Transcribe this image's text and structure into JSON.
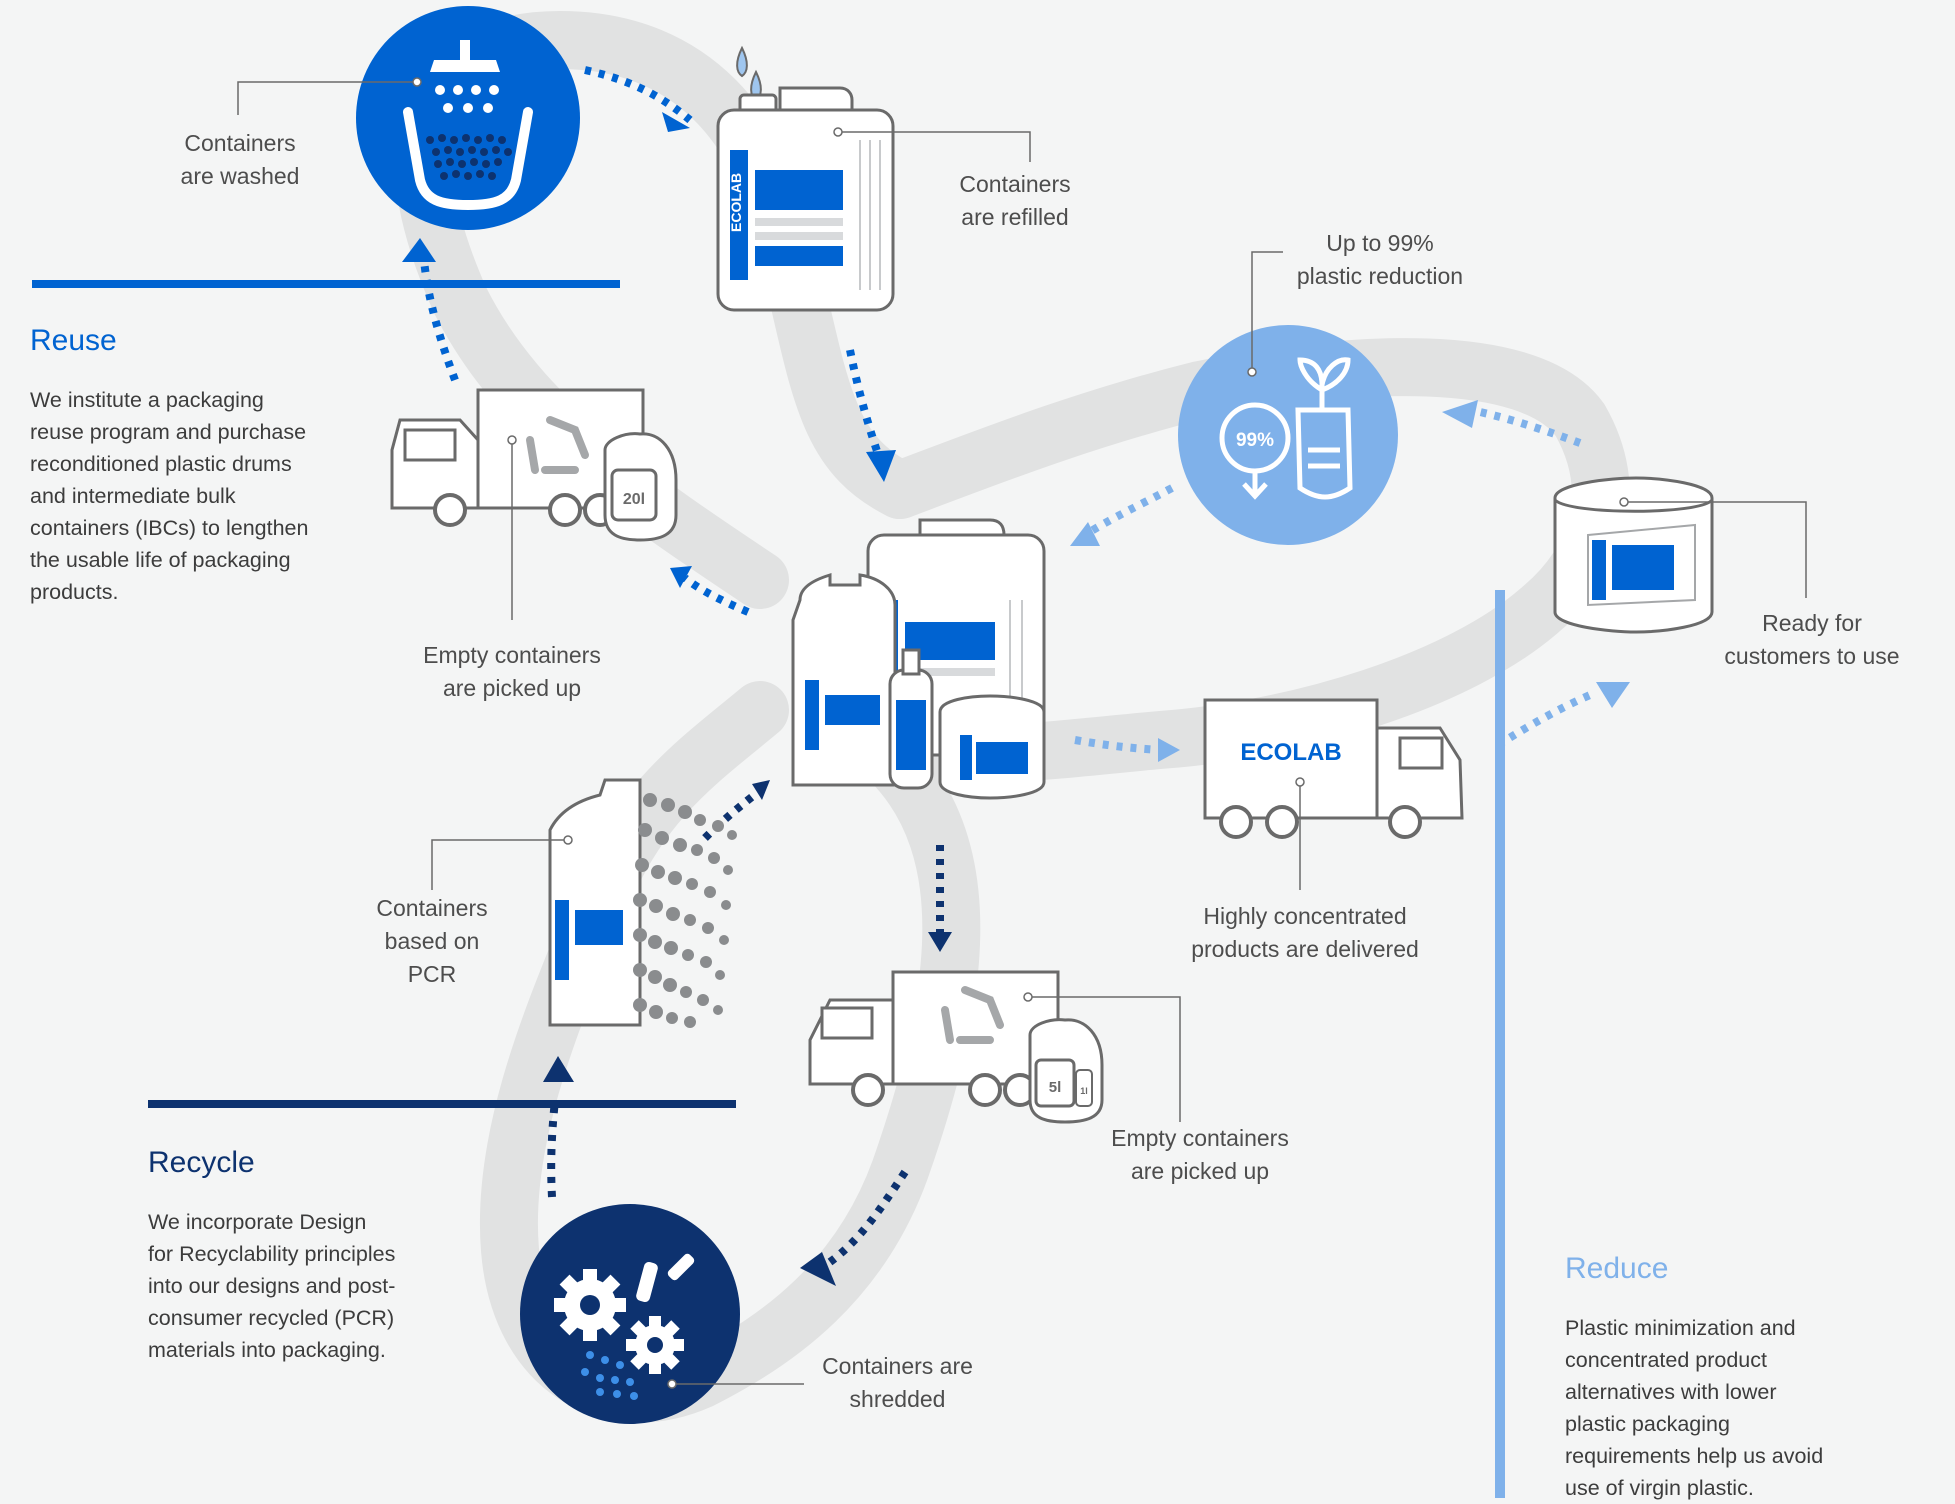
{
  "colors": {
    "background": "#f4f5f5",
    "path": "#e1e2e2",
    "reuse_blue": "#0063d1",
    "recycle_navy": "#0d326f",
    "reduce_light_blue": "#7fb1ea",
    "outline_gray": "#6a6a6a"
  },
  "brand": {
    "logo_text": "ECOLAB"
  },
  "sections": {
    "reuse": {
      "title": "Reuse",
      "body_lines": [
        "We institute a packaging",
        "reuse program and purchase",
        "reconditioned plastic drums",
        "and intermediate bulk",
        "containers (IBCs) to lengthen",
        "the usable life of packaging",
        "products."
      ]
    },
    "recycle": {
      "title": "Recycle",
      "body_lines": [
        "We incorporate Design",
        "for Recyclability principles",
        "into our designs and post-",
        "consumer recycled (PCR)",
        "materials into packaging."
      ]
    },
    "reduce": {
      "title": "Reduce",
      "body_lines": [
        "Plastic minimization and",
        "concentrated product",
        "alternatives with lower",
        "plastic packaging",
        "requirements help us avoid",
        "use of virgin plastic."
      ]
    }
  },
  "steps": {
    "washed": [
      "Containers",
      "are washed"
    ],
    "refilled": [
      "Containers",
      "are refilled"
    ],
    "reduction": [
      "Up to 99%",
      "plastic reduction"
    ],
    "picked_up_top": [
      "Empty containers",
      "are picked up"
    ],
    "ready": [
      "Ready for",
      "customers to use"
    ],
    "pcr": [
      "Containers",
      "based on",
      "PCR"
    ],
    "delivered": [
      "Highly concentrated",
      "products are delivered"
    ],
    "picked_up_bottom": [
      "Empty containers",
      "are picked up"
    ],
    "shredded": [
      "Containers are",
      "shredded"
    ]
  },
  "icons": {
    "reduction_badge": "99%",
    "jug_size_top": "20l",
    "jug_size_bottom": "5l",
    "bottle_size_bottom": "1l"
  }
}
